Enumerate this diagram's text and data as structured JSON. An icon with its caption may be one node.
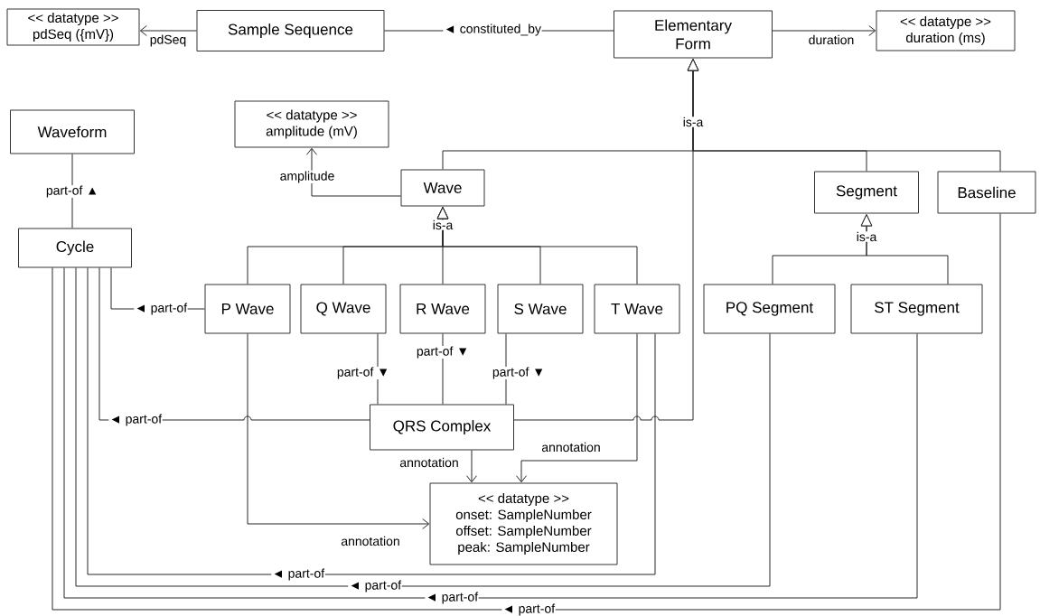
{
  "diagram": {
    "nodes": [
      {
        "text": [
          "<< datatype >>",
          "pdSeq ({mV})"
        ]
      },
      {
        "text": [
          "Sample Sequence"
        ]
      },
      {
        "text": [
          "Elementary Form"
        ]
      },
      {
        "text": [
          "<< datatype >>",
          "duration (ms)"
        ]
      },
      {
        "text": [
          "Waveform"
        ]
      },
      {
        "text": [
          "<< datatype >>",
          "amplitude (mV)"
        ]
      },
      {
        "text": [
          "Wave"
        ]
      },
      {
        "text": [
          "Segment"
        ]
      },
      {
        "text": [
          "Baseline"
        ]
      },
      {
        "text": [
          "Cycle"
        ]
      },
      {
        "text": [
          "P Wave"
        ]
      },
      {
        "text": [
          "Q Wave"
        ]
      },
      {
        "text": [
          "R Wave"
        ]
      },
      {
        "text": [
          "S Wave"
        ]
      },
      {
        "text": [
          "T Wave"
        ]
      },
      {
        "text": [
          "PQ Segment"
        ]
      },
      {
        "text": [
          "ST Segment"
        ]
      },
      {
        "text": [
          "QRS Complex"
        ]
      },
      {
        "text": [
          "<< datatype >>",
          "onset: SampleNumber",
          "offset: SampleNumber",
          "peak: SampleNumber"
        ]
      }
    ],
    "edges": [
      {
        "from": 1,
        "to": 0,
        "arrow": "to",
        "label": "pdSeq"
      },
      {
        "from": 2,
        "to": 1,
        "arrow": "none",
        "label": "◄ constituted_by"
      },
      {
        "from": 2,
        "to": 3,
        "arrow": "to",
        "label": "duration"
      },
      {
        "from": 9,
        "to": 4,
        "arrow": "none",
        "label": "part-of ▲"
      },
      {
        "from": 6,
        "to": 5,
        "arrow": "to",
        "label": "amplitude"
      },
      {
        "from": 6,
        "to": 2,
        "arrow": "to",
        "label": "is-a"
      },
      {
        "from": 7,
        "to": 2,
        "arrow": "to"
      },
      {
        "from": 8,
        "to": 2,
        "arrow": "to"
      },
      {
        "from": 17,
        "to": 2,
        "arrow": "to"
      },
      {
        "from": 10,
        "to": 6,
        "arrow": "to",
        "label": "is-a"
      },
      {
        "from": 11,
        "to": 6,
        "arrow": "to"
      },
      {
        "from": 12,
        "to": 6,
        "arrow": "to"
      },
      {
        "from": 13,
        "to": 6,
        "arrow": "to"
      },
      {
        "from": 14,
        "to": 6,
        "arrow": "to"
      },
      {
        "from": 15,
        "to": 7,
        "arrow": "to",
        "label": "is-a"
      },
      {
        "from": 16,
        "to": 7,
        "arrow": "to"
      },
      {
        "from": 10,
        "to": 9,
        "arrow": "none",
        "label": "◄ part-of"
      },
      {
        "from": 17,
        "to": 9,
        "arrow": "none",
        "label": "◄ part-of"
      },
      {
        "from": 11,
        "to": 17,
        "arrow": "none",
        "label": "part-of ▼"
      },
      {
        "from": 12,
        "to": 17,
        "arrow": "none",
        "label": "part-of ▼"
      },
      {
        "from": 13,
        "to": 17,
        "arrow": "none",
        "label": "part-of ▼"
      },
      {
        "from": 17,
        "to": 18,
        "arrow": "to",
        "label": "annotation"
      },
      {
        "from": 14,
        "to": 18,
        "arrow": "to",
        "label": "annotation"
      },
      {
        "from": 10,
        "to": 18,
        "arrow": "to",
        "label": "annotation"
      },
      {
        "from": 14,
        "to": 9,
        "arrow": "none",
        "label": "◄ part-of"
      },
      {
        "from": 15,
        "to": 9,
        "arrow": "none",
        "label": "◄ part-of"
      },
      {
        "from": 16,
        "to": 9,
        "arrow": "none",
        "label": "◄ part-of"
      },
      {
        "from": 8,
        "to": 9,
        "arrow": "none",
        "label": "◄ part-of"
      }
    ]
  }
}
